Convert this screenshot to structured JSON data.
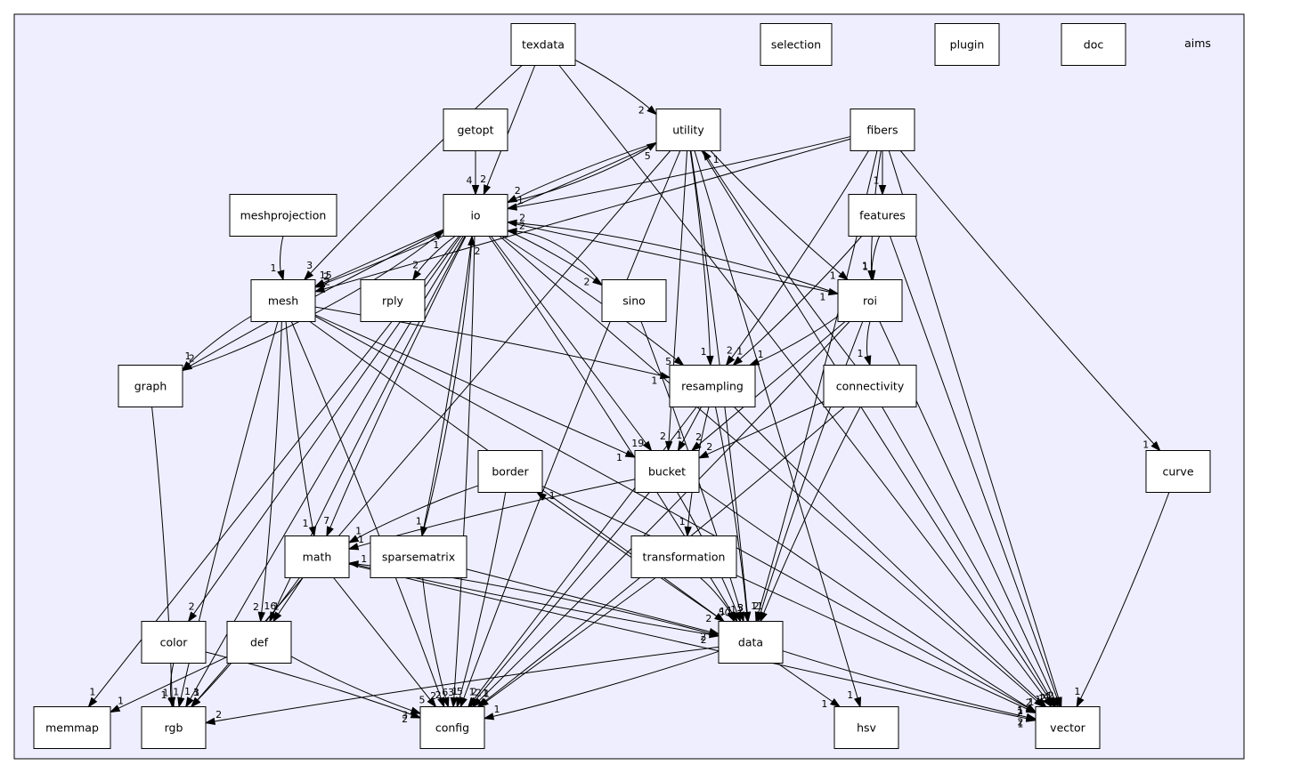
{
  "cluster": {
    "label": "aims"
  },
  "nodes": [
    {
      "id": "texdata",
      "label": "texdata"
    },
    {
      "id": "selection",
      "label": "selection"
    },
    {
      "id": "plugin",
      "label": "plugin"
    },
    {
      "id": "doc",
      "label": "doc"
    },
    {
      "id": "getopt",
      "label": "getopt"
    },
    {
      "id": "utility",
      "label": "utility"
    },
    {
      "id": "fibers",
      "label": "fibers"
    },
    {
      "id": "meshprojection",
      "label": "meshprojection"
    },
    {
      "id": "io",
      "label": "io"
    },
    {
      "id": "features",
      "label": "features"
    },
    {
      "id": "mesh",
      "label": "mesh"
    },
    {
      "id": "rply",
      "label": "rply"
    },
    {
      "id": "sino",
      "label": "sino"
    },
    {
      "id": "roi",
      "label": "roi"
    },
    {
      "id": "graph",
      "label": "graph"
    },
    {
      "id": "resampling",
      "label": "resampling"
    },
    {
      "id": "connectivity",
      "label": "connectivity"
    },
    {
      "id": "border",
      "label": "border"
    },
    {
      "id": "bucket",
      "label": "bucket"
    },
    {
      "id": "curve",
      "label": "curve"
    },
    {
      "id": "math",
      "label": "math"
    },
    {
      "id": "sparsematrix",
      "label": "sparsematrix"
    },
    {
      "id": "transformation",
      "label": "transformation"
    },
    {
      "id": "color",
      "label": "color"
    },
    {
      "id": "def",
      "label": "def"
    },
    {
      "id": "data",
      "label": "data"
    },
    {
      "id": "memmap",
      "label": "memmap"
    },
    {
      "id": "rgb",
      "label": "rgb"
    },
    {
      "id": "config",
      "label": "config"
    },
    {
      "id": "hsv",
      "label": "hsv"
    },
    {
      "id": "vector",
      "label": "vector"
    }
  ],
  "edges": [
    {
      "from": "texdata",
      "to": "utility",
      "label": "2"
    },
    {
      "from": "texdata",
      "to": "io",
      "label": "2"
    },
    {
      "from": "texdata",
      "to": "mesh",
      "label": "3"
    },
    {
      "from": "texdata",
      "to": "vector",
      "label": "1"
    },
    {
      "from": "getopt",
      "to": "io",
      "label": "4"
    },
    {
      "from": "utility",
      "to": "io",
      "label": "2"
    },
    {
      "from": "utility",
      "to": "mesh",
      "label": "2"
    },
    {
      "from": "utility",
      "to": "rgb",
      "label": "3"
    },
    {
      "from": "utility",
      "to": "config",
      "label": "5"
    },
    {
      "from": "utility",
      "to": "resampling",
      "label": "1"
    },
    {
      "from": "utility",
      "to": "bucket",
      "label": "2"
    },
    {
      "from": "utility",
      "to": "roi",
      "label": "1"
    },
    {
      "from": "utility",
      "to": "data",
      "label": "3"
    },
    {
      "from": "utility",
      "to": "hsv",
      "label": "1"
    },
    {
      "from": "utility",
      "to": "vector",
      "label": "1"
    },
    {
      "from": "fibers",
      "to": "io",
      "label": "1"
    },
    {
      "from": "fibers",
      "to": "features",
      "label": "1"
    },
    {
      "from": "fibers",
      "to": "roi",
      "label": "1"
    },
    {
      "from": "fibers",
      "to": "resampling",
      "label": "2"
    },
    {
      "from": "fibers",
      "to": "mesh",
      "label": "2"
    },
    {
      "from": "fibers",
      "to": "curve",
      "label": "1"
    },
    {
      "from": "fibers",
      "to": "data",
      "label": "1"
    },
    {
      "from": "fibers",
      "to": "vector",
      "label": "2"
    },
    {
      "from": "meshprojection",
      "to": "mesh",
      "label": "1"
    },
    {
      "from": "io",
      "to": "utility",
      "label": "5"
    },
    {
      "from": "io",
      "to": "mesh",
      "label": "15"
    },
    {
      "from": "io",
      "to": "rply",
      "label": "2"
    },
    {
      "from": "io",
      "to": "sino",
      "label": "2"
    },
    {
      "from": "io",
      "to": "roi",
      "label": "1"
    },
    {
      "from": "io",
      "to": "graph",
      "label": "2"
    },
    {
      "from": "io",
      "to": "resampling",
      "label": "5"
    },
    {
      "from": "io",
      "to": "bucket",
      "label": "19"
    },
    {
      "from": "io",
      "to": "math",
      "label": "7"
    },
    {
      "from": "io",
      "to": "sparsematrix",
      "label": "1"
    },
    {
      "from": "io",
      "to": "color",
      "label": "2"
    },
    {
      "from": "io",
      "to": "def",
      "label": "16"
    },
    {
      "from": "io",
      "to": "data",
      "label": "50"
    },
    {
      "from": "io",
      "to": "memmap",
      "label": "1"
    },
    {
      "from": "io",
      "to": "rgb",
      "label": "1"
    },
    {
      "from": "io",
      "to": "config",
      "label": "63"
    },
    {
      "from": "io",
      "to": "vector",
      "label": "2"
    },
    {
      "from": "features",
      "to": "roi",
      "label": "1"
    },
    {
      "from": "features",
      "to": "resampling",
      "label": "1"
    },
    {
      "from": "features",
      "to": "vector",
      "label": "1"
    },
    {
      "from": "mesh",
      "to": "graph",
      "label": "1"
    },
    {
      "from": "mesh",
      "to": "resampling",
      "label": "1"
    },
    {
      "from": "mesh",
      "to": "bucket",
      "label": "1"
    },
    {
      "from": "mesh",
      "to": "math",
      "label": "1"
    },
    {
      "from": "mesh",
      "to": "def",
      "label": "2"
    },
    {
      "from": "mesh",
      "to": "data",
      "label": "2"
    },
    {
      "from": "mesh",
      "to": "rgb",
      "label": "1"
    },
    {
      "from": "mesh",
      "to": "config",
      "label": "2"
    },
    {
      "from": "mesh",
      "to": "vector",
      "label": "1"
    },
    {
      "from": "sino",
      "to": "io",
      "label": "2"
    },
    {
      "from": "sino",
      "to": "data",
      "label": "1"
    },
    {
      "from": "roi",
      "to": "io",
      "label": "2"
    },
    {
      "from": "roi",
      "to": "connectivity",
      "label": "1"
    },
    {
      "from": "roi",
      "to": "resampling",
      "label": "1"
    },
    {
      "from": "roi",
      "to": "bucket",
      "label": "2"
    },
    {
      "from": "roi",
      "to": "data",
      "label": "2"
    },
    {
      "from": "roi",
      "to": "config",
      "label": "2"
    },
    {
      "from": "roi",
      "to": "vector",
      "label": "4"
    },
    {
      "from": "graph",
      "to": "io",
      "label": "1"
    },
    {
      "from": "graph",
      "to": "rgb",
      "label": "1"
    },
    {
      "from": "resampling",
      "to": "bucket",
      "label": "1"
    },
    {
      "from": "resampling",
      "to": "transformation",
      "label": "1"
    },
    {
      "from": "resampling",
      "to": "data",
      "label": "5"
    },
    {
      "from": "resampling",
      "to": "config",
      "label": "1"
    },
    {
      "from": "resampling",
      "to": "vector",
      "label": "1"
    },
    {
      "from": "connectivity",
      "to": "utility",
      "label": "1"
    },
    {
      "from": "connectivity",
      "to": "bucket",
      "label": "2"
    },
    {
      "from": "connectivity",
      "to": "data",
      "label": "1"
    },
    {
      "from": "connectivity",
      "to": "config",
      "label": "1"
    },
    {
      "from": "connectivity",
      "to": "vector",
      "label": "2"
    },
    {
      "from": "border",
      "to": "math",
      "label": "1"
    },
    {
      "from": "border",
      "to": "config",
      "label": "1"
    },
    {
      "from": "border",
      "to": "vector",
      "label": "2"
    },
    {
      "from": "bucket",
      "to": "math",
      "label": "1"
    },
    {
      "from": "bucket",
      "to": "data",
      "label": "1"
    },
    {
      "from": "bucket",
      "to": "config",
      "label": "2"
    },
    {
      "from": "bucket",
      "to": "vector",
      "label": "1"
    },
    {
      "from": "curve",
      "to": "vector",
      "label": "1"
    },
    {
      "from": "math",
      "to": "def",
      "label": "1"
    },
    {
      "from": "math",
      "to": "data",
      "label": "2"
    },
    {
      "from": "math",
      "to": "rgb",
      "label": "1"
    },
    {
      "from": "math",
      "to": "config",
      "label": "5"
    },
    {
      "from": "math",
      "to": "vector",
      "label": "1"
    },
    {
      "from": "sparsematrix",
      "to": "io",
      "label": "2"
    },
    {
      "from": "sparsematrix",
      "to": "data",
      "label": "2"
    },
    {
      "from": "sparsematrix",
      "to": "config",
      "label": "2"
    },
    {
      "from": "transformation",
      "to": "data",
      "label": "1"
    },
    {
      "from": "transformation",
      "to": "config",
      "label": "1"
    },
    {
      "from": "color",
      "to": "rgb",
      "label": "1"
    },
    {
      "from": "color",
      "to": "config",
      "label": "2"
    },
    {
      "from": "def",
      "to": "memmap",
      "label": "1"
    },
    {
      "from": "def",
      "to": "config",
      "label": "3"
    },
    {
      "from": "data",
      "to": "math",
      "label": "1"
    },
    {
      "from": "data",
      "to": "border",
      "label": "1"
    },
    {
      "from": "data",
      "to": "rgb",
      "label": "2"
    },
    {
      "from": "data",
      "to": "config",
      "label": "1"
    },
    {
      "from": "data",
      "to": "hsv",
      "label": "1"
    },
    {
      "from": "data",
      "to": "vector",
      "label": "2"
    }
  ]
}
